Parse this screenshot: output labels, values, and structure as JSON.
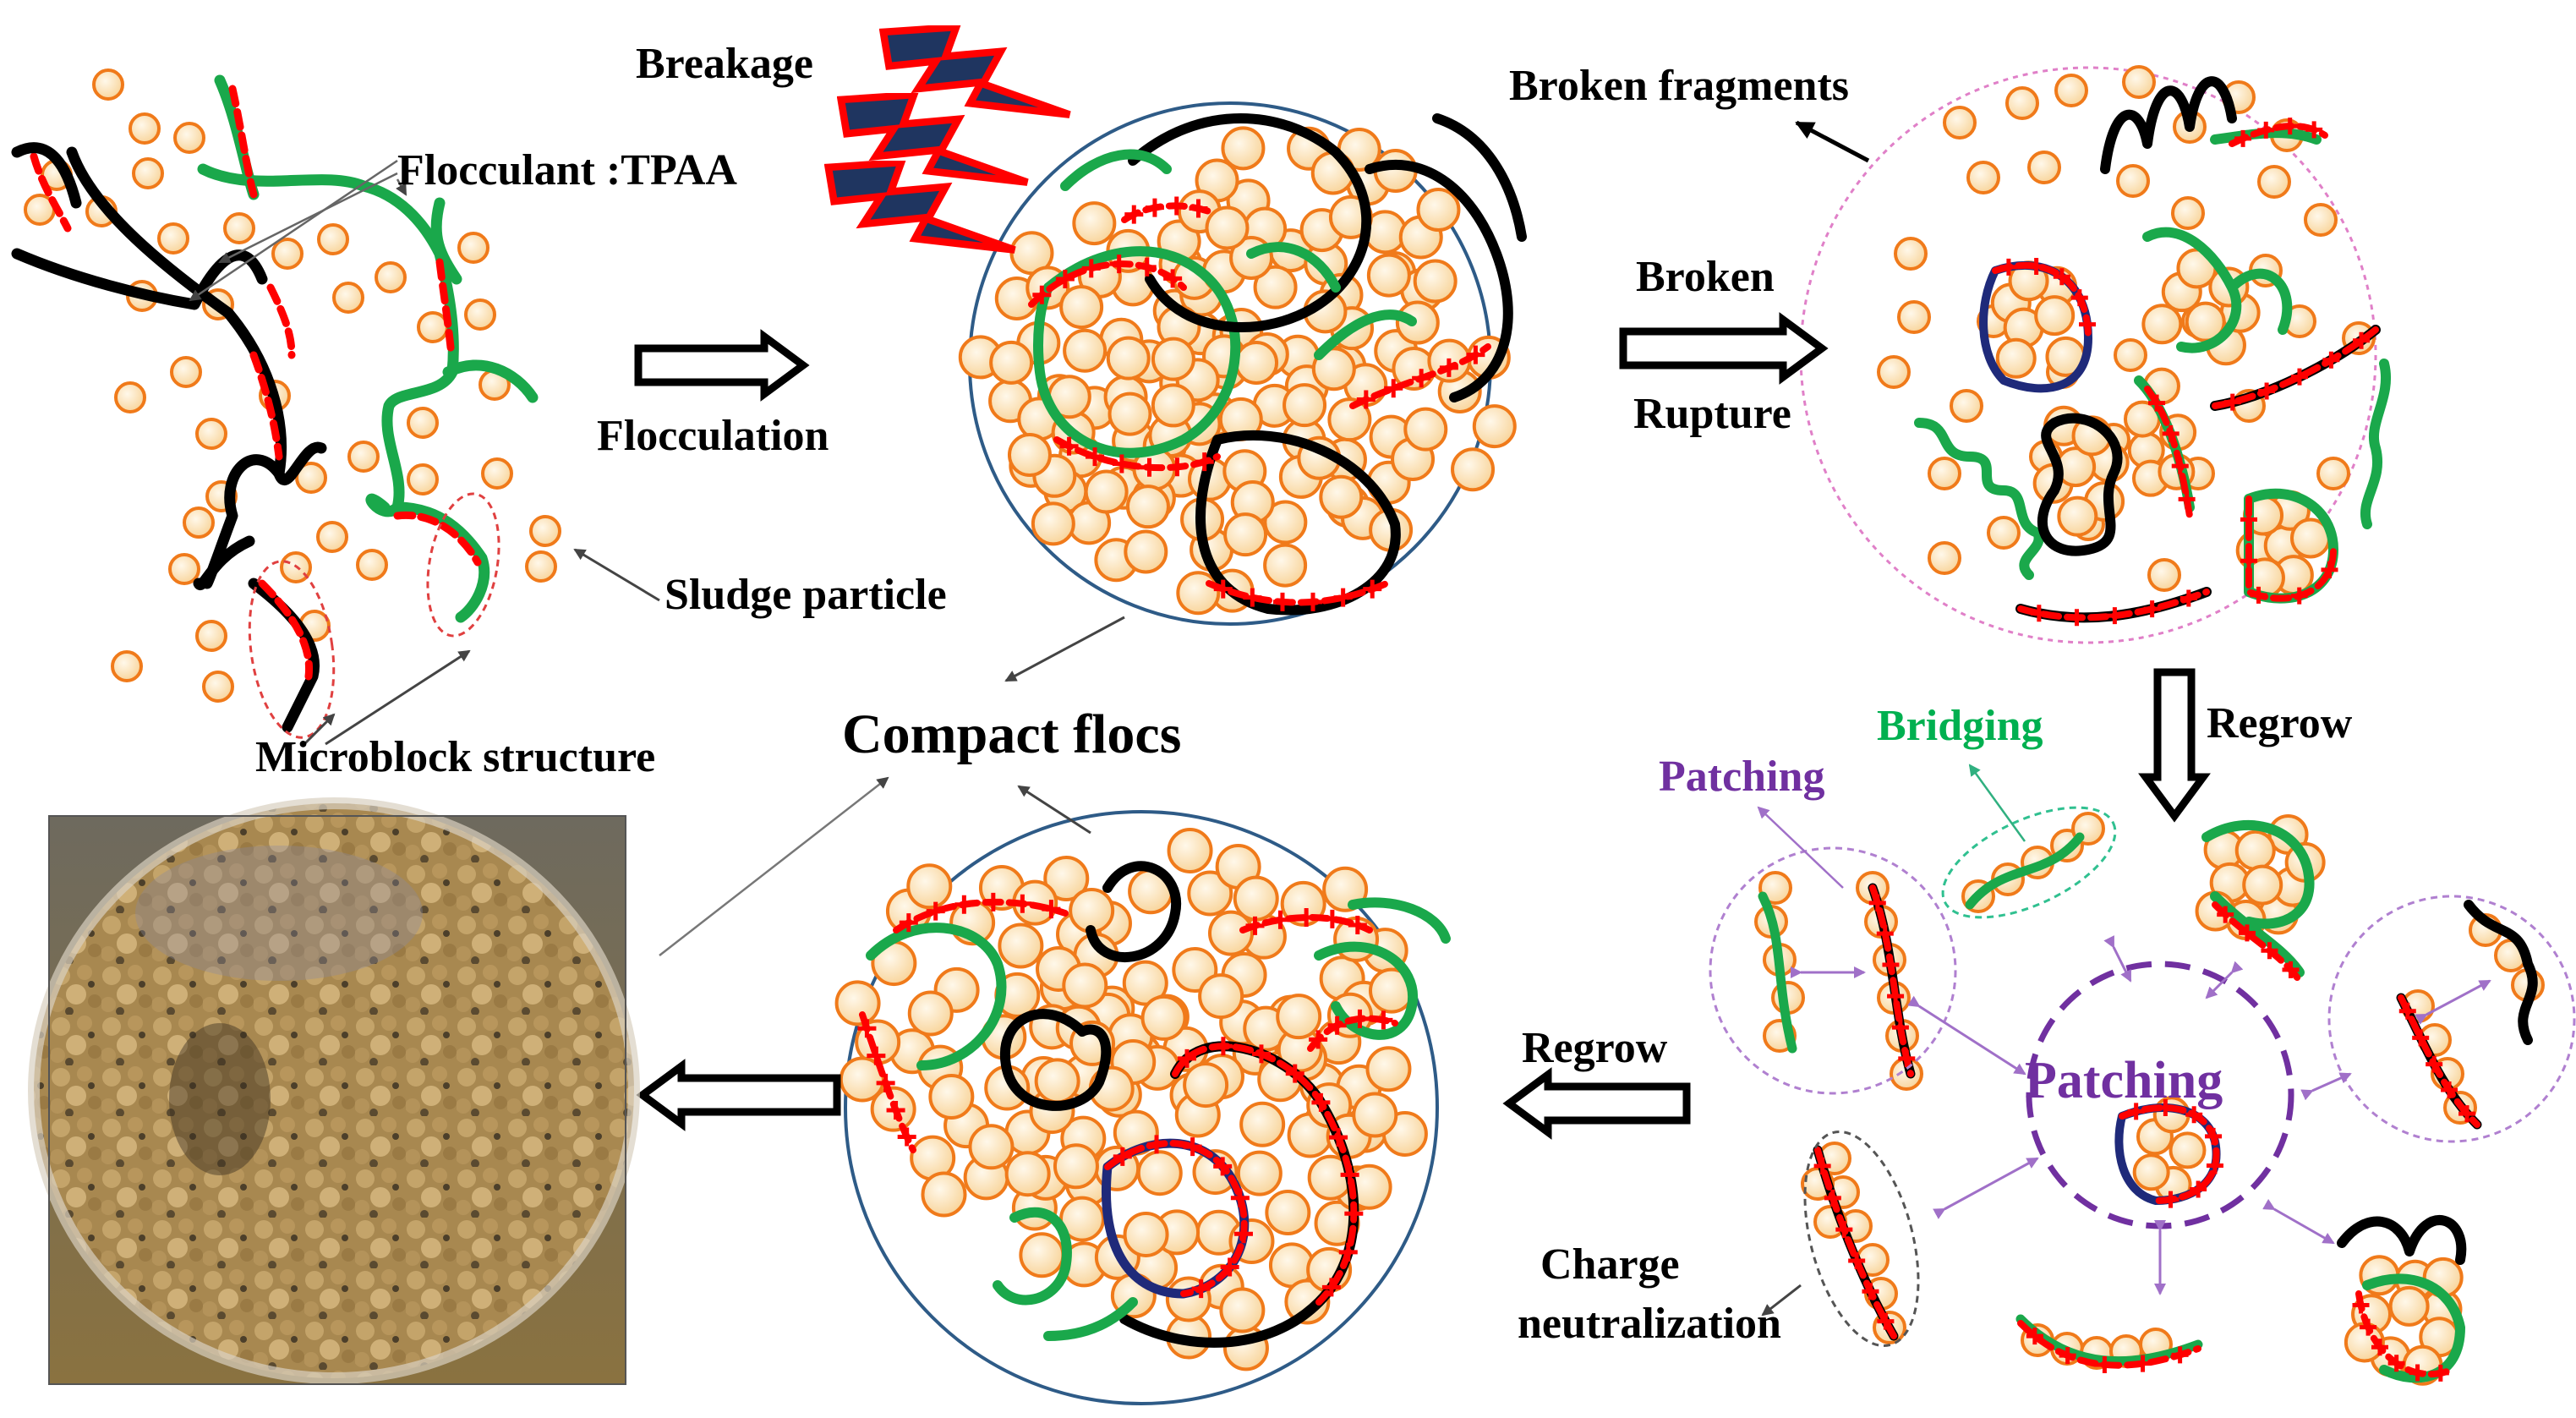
{
  "labels": {
    "flocculant": "Flocculant :TPAA",
    "sludge_particle": "Sludge particle",
    "microblock": "Microblock structure",
    "flocculation": "Flocculation",
    "breakage": "Breakage",
    "broken_fragments": "Broken  fragments",
    "broken": "Broken",
    "rupture": "Rupture",
    "compact_flocs": "Compact flocs",
    "regrow_right": "Regrow",
    "regrow_bottom": "Regrow",
    "bridging": "Bridging",
    "patching_small": "Patching",
    "patching_big": "Patching",
    "charge": "Charge",
    "neutralization": "neutralization"
  },
  "colors": {
    "particle_fill": "#fde5c0",
    "particle_stroke": "#f07a1a",
    "polymer_black": "#000000",
    "polymer_green": "#1aa84b",
    "polymer_red": "#ff0000",
    "polymer_navy": "#1f2a7a",
    "circle_blue": "#2e5b87",
    "purple": "#7030a0",
    "green_label": "#00b050",
    "lightning_fill": "#1f3560",
    "lightning_stroke": "#ff0000"
  },
  "icons": [
    "lightning-bolt-icon",
    "hollow-arrow-right-icon",
    "hollow-arrow-down-icon",
    "hollow-arrow-left-icon"
  ]
}
